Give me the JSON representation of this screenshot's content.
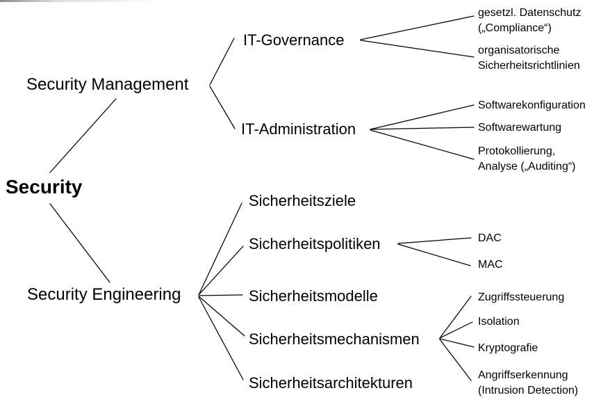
{
  "tree": {
    "root": {
      "label": "Security"
    },
    "management": {
      "label": "Security Management",
      "governance": {
        "label": "IT-Governance",
        "leaf1": "gesetzl. Datenschutz\n(„Compliance“)",
        "leaf2": "organisatorische\nSicherheitsrichtlinien"
      },
      "administration": {
        "label": "IT-Administration",
        "leaf1": "Softwarekonfiguration",
        "leaf2": "Softwarewartung",
        "leaf3": "Protokollierung,\nAnalyse („Auditing“)"
      }
    },
    "engineering": {
      "label": "Security Engineering",
      "ziele": {
        "label": "Sicherheitsziele"
      },
      "politiken": {
        "label": "Sicherheitspolitiken",
        "leaf1": "DAC",
        "leaf2": "MAC"
      },
      "modelle": {
        "label": "Sicherheitsmodelle"
      },
      "mechanismen": {
        "label": "Sicherheitsmechanismen",
        "leaf1": "Zugriffssteuerung",
        "leaf2": "Isolation",
        "leaf3": "Kryptografie",
        "leaf4": "Angriffserkennung\n(Intrusion Detection)"
      },
      "architekturen": {
        "label": "Sicherheitsarchitekturen"
      }
    }
  },
  "colors": {
    "text": "#000000",
    "line": "#000000",
    "background": "#ffffff"
  }
}
